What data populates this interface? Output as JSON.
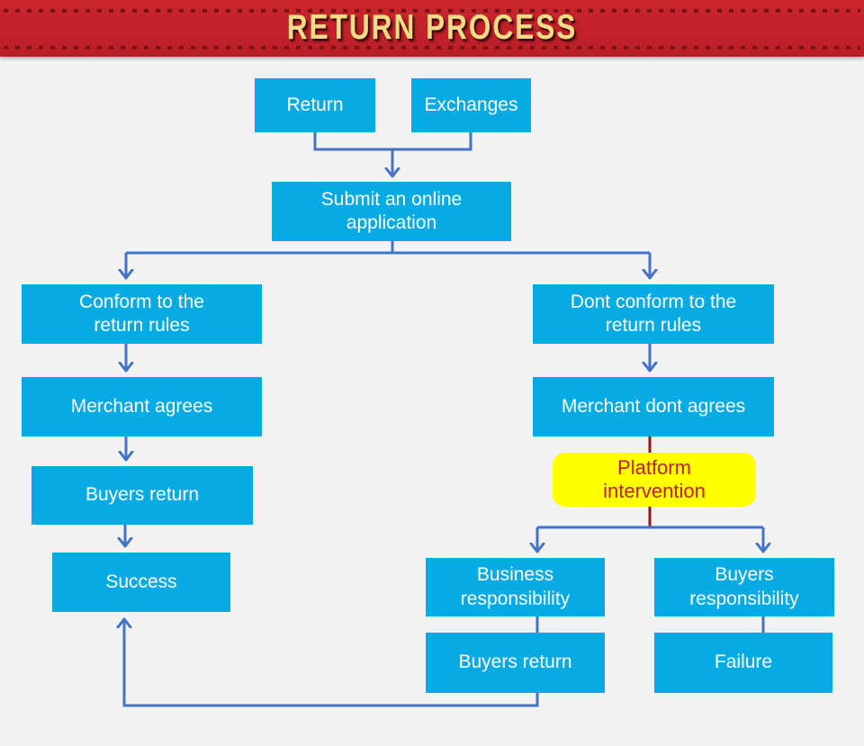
{
  "page": {
    "background_color": "#F2F2F3"
  },
  "header": {
    "title": "RETURN PROCESS",
    "banner_color": "#C2222A",
    "stitch_color": "#7C1216",
    "title_color": "#F2DC86"
  },
  "flowchart": {
    "node_fill": "#07ABE3",
    "node_text_color": "#FFFFFF",
    "connector_color": "#4472C4",
    "red_connector_color": "#8E1A1A",
    "highlight_fill": "#FFFF00",
    "highlight_text_color": "#BF2020",
    "nodes": {
      "return": {
        "label": "Return"
      },
      "exchanges": {
        "label": "Exchanges"
      },
      "submit": {
        "label": "Submit an online application"
      },
      "conform": {
        "label": "Conform to the return rules"
      },
      "dont_conform": {
        "label": "Dont conform to the return rules"
      },
      "merchant_agrees": {
        "label": "Merchant agrees"
      },
      "merchant_dont_agrees": {
        "label": "Merchant dont agrees"
      },
      "buyers_return_left": {
        "label": "Buyers return"
      },
      "platform_intervention": {
        "label": "Platform intervention"
      },
      "success": {
        "label": "Success"
      },
      "business_responsibility": {
        "label": "Business responsibility"
      },
      "buyers_responsibility": {
        "label": "Buyers responsibility"
      },
      "buyers_return_bottom": {
        "label": "Buyers return"
      },
      "failure": {
        "label": "Failure"
      }
    }
  }
}
